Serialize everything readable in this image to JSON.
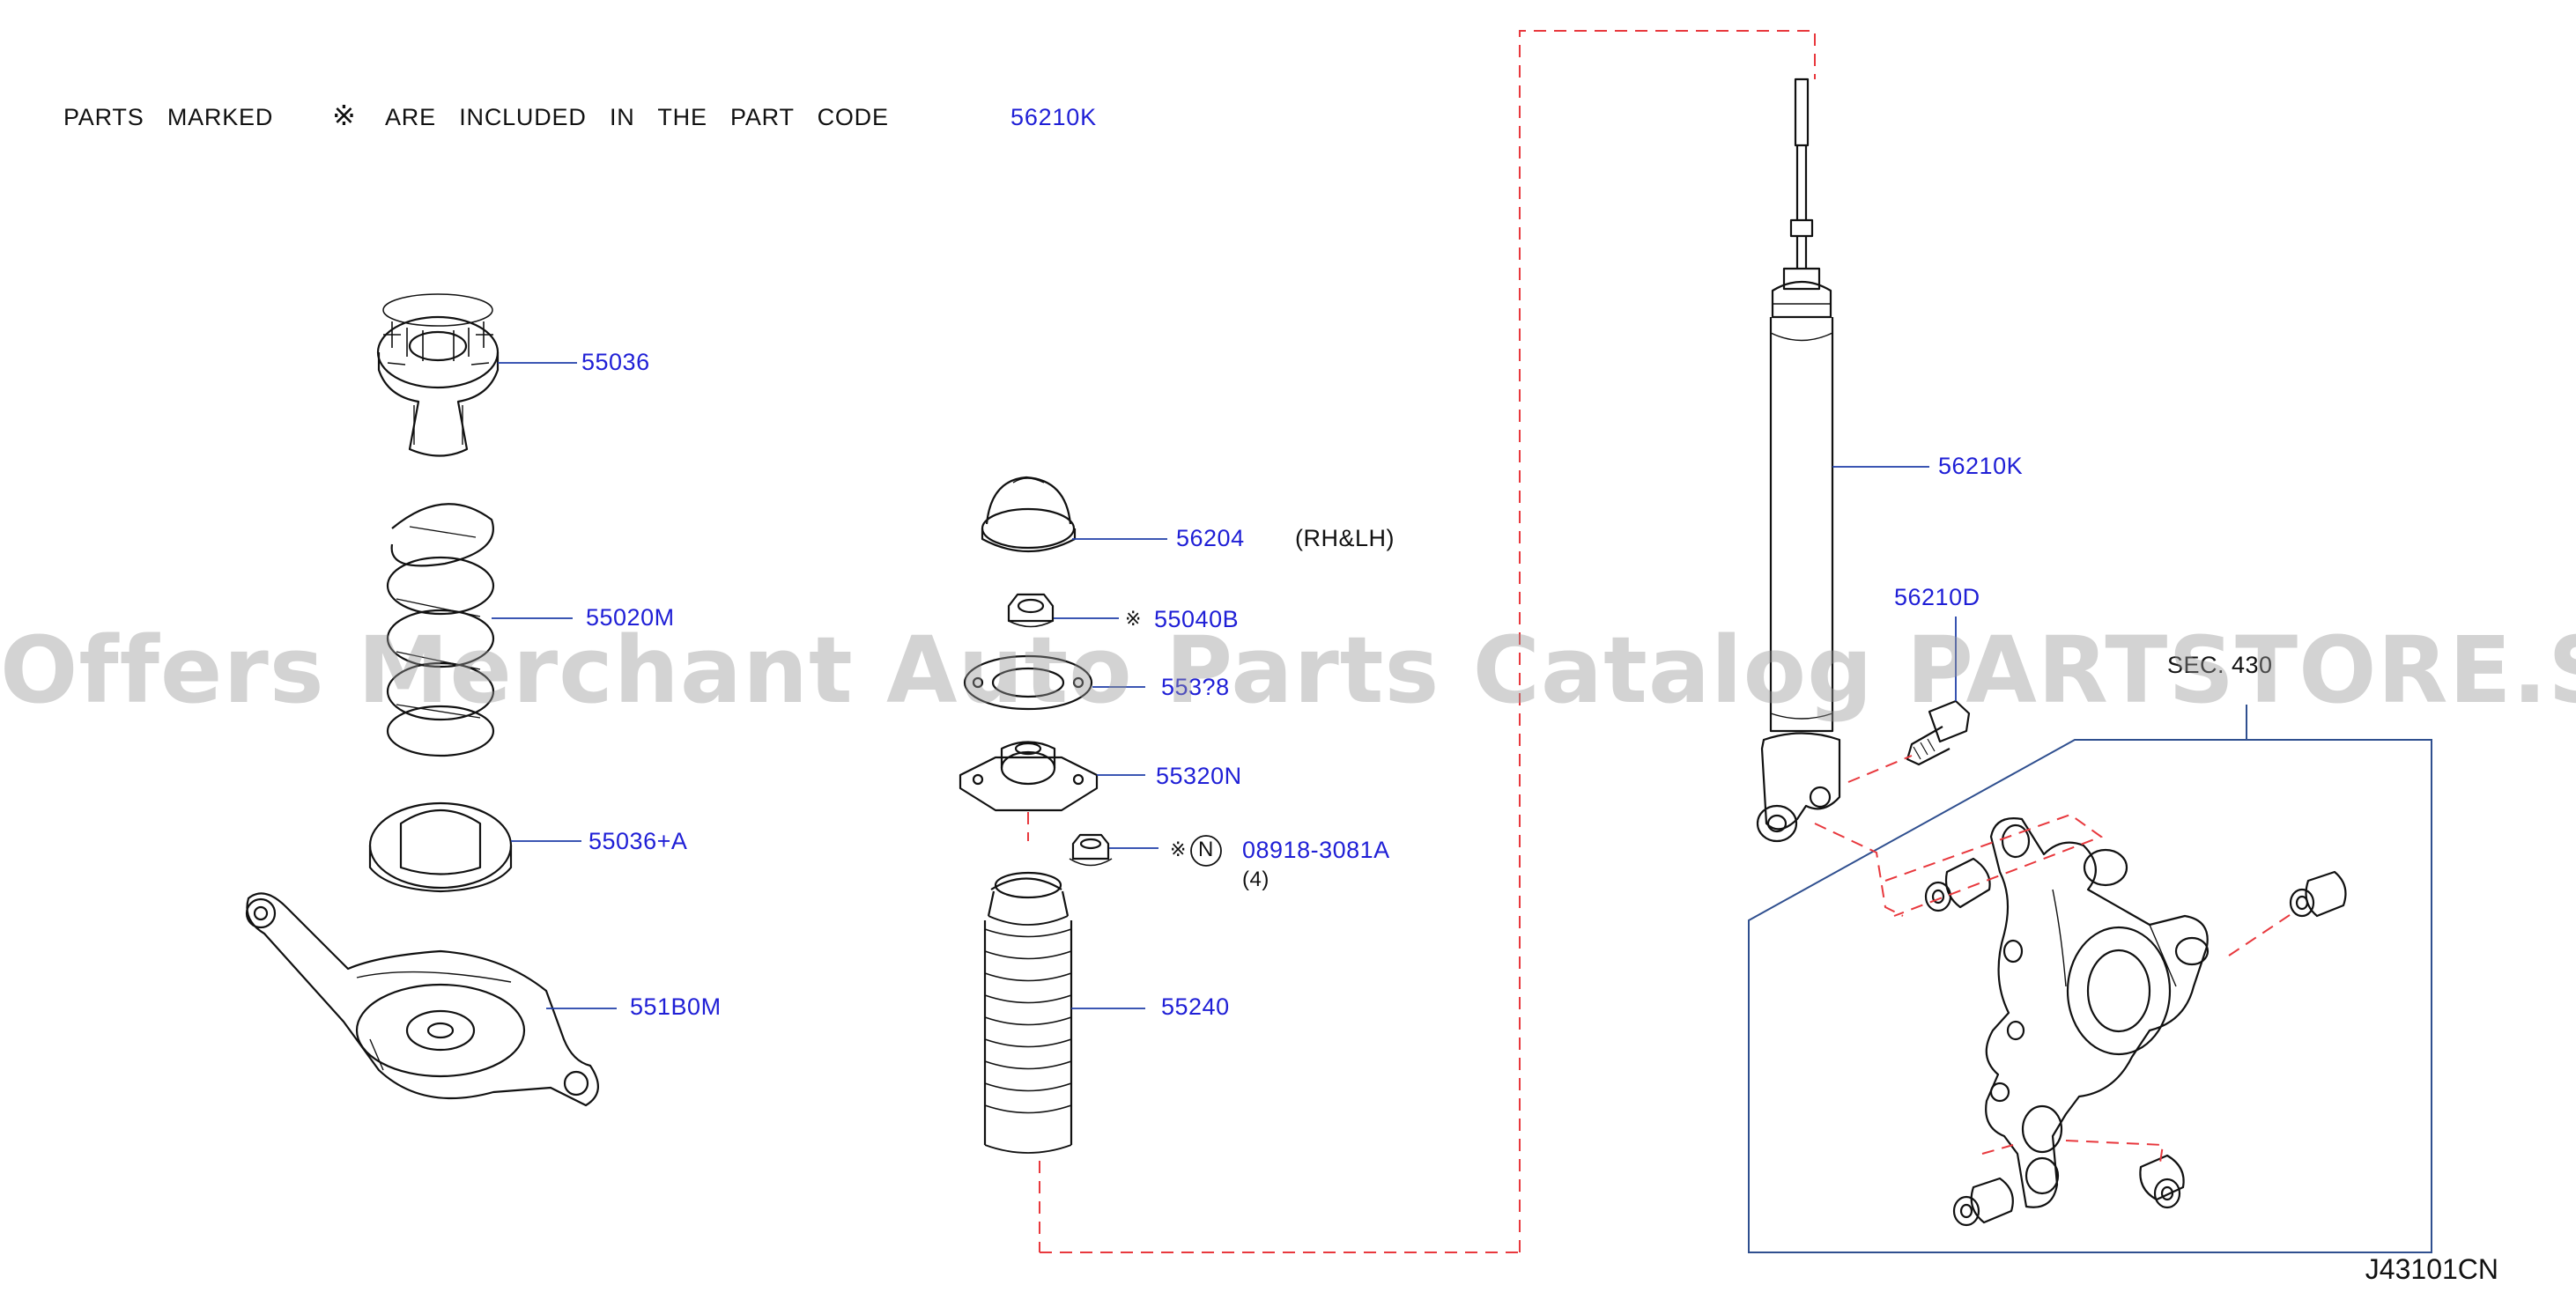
{
  "header": {
    "text_before": "PARTS MARKED",
    "mark": "※",
    "text_after": "ARE INCLUDED IN THE PART CODE",
    "ref": "56210K"
  },
  "labels": {
    "spring_seat_upper": "55036",
    "coil_spring": "55020M",
    "spring_seat_lower": "55036+A",
    "lower_link": "551B0M",
    "dust_cap": "56204",
    "rh_lh": "(RH&LH)",
    "nut_mark": "※",
    "nut": "55040B",
    "washer": "553?8",
    "mount": "55320N",
    "bolt_mark": "※",
    "bolt_circle": "N",
    "bolt": "08918-3081A",
    "bolt_qty": "(4)",
    "bound_bumper": "55240",
    "shock_absorber": "56210K",
    "shock_bolt": "56210D",
    "section_ref": "SEC. 430"
  },
  "diagram_code": "J43101CN",
  "watermark": "Offers Merchant Auto Parts Catalog PARTSTORE.SA",
  "colors": {
    "label": "#1f1fd6",
    "leader": "#1f3ea8",
    "dash": "#e8383d",
    "line": "#111111",
    "frame": "#2f4f8f"
  }
}
